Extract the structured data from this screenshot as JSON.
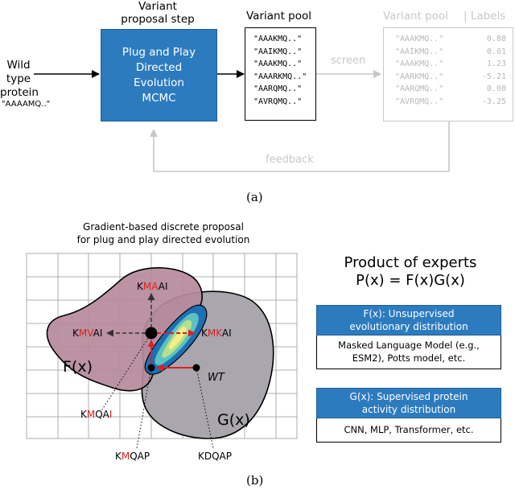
{
  "panel_a": {
    "proposal_title_line1": "Variant",
    "proposal_title_line2": "proposal step",
    "pool_title": "Variant pool",
    "labeled_pool_title": "Variant pool",
    "labels_title": "| Labels",
    "wild_type_line1": "Wild type",
    "wild_type_line2": "protein",
    "wild_type_seq": "\"AAAAMQ..\"",
    "mcmc_line1": "Plug and Play",
    "mcmc_line2": "Directed",
    "mcmc_line3": "Evolution",
    "mcmc_line4": "MCMC",
    "pool_sequences": [
      "\"AAAKMQ..\"",
      "\"AAIKMQ..\"",
      "\"AAAKMQ..\"",
      "\"AAARKMQ..\"",
      "\"AARQMQ..\"",
      "\"AVRQMQ..\""
    ],
    "labeled_sequences": [
      "\"AAAKMQ..\"",
      "\"AAIKMQ..\"",
      "\"AAAKMQ..\"",
      "\"AARKMQ..\"",
      "\"AARQMQ..\"",
      "\"AVRQMQ..\""
    ],
    "labels": [
      "0.88",
      "0.01",
      "1.23",
      "-5.21",
      "0.08",
      "-3.25"
    ],
    "screen_label": "screen",
    "feedback_label": "feedback",
    "caption": "(a)",
    "colors": {
      "mcmc_fill": "#2d7bbf",
      "grey": "#c8c8c8"
    }
  },
  "panel_b": {
    "title_line1": "Gradient-based discrete proposal",
    "title_line2": "for plug and play directed evolution",
    "fx_label": "F(x)",
    "gx_label": "G(x)",
    "wt_label": "WT",
    "seq_kmaai": [
      "K",
      "MA",
      "AI"
    ],
    "seq_kmvai": [
      "K",
      "MV",
      "AI"
    ],
    "seq_kmkai": [
      "K",
      "MK",
      "AI"
    ],
    "seq_kmqai": [
      "K",
      "M",
      "QA",
      "I"
    ],
    "seq_kmqap": [
      "K",
      "M",
      "QAP"
    ],
    "seq_kdqap": "KDQAP",
    "poe_title": "Product of experts",
    "poe_formula": "P(x) = F(x)G(x)",
    "fx_header_line1": "F(x): Unsupervised",
    "fx_header_line2": "evolutionary distribution",
    "fx_body_line1": "Masked Language Model (e.g.,",
    "fx_body_line2": "ESM2), Potts model, etc.",
    "gx_header_line1": "G(x): Supervised protein",
    "gx_header_line2": "activity distribution",
    "gx_body": "CNN, MLP, Transformer, etc.",
    "caption": "(b)",
    "colors": {
      "fx_fill": "#b58a9b",
      "gx_fill": "#a9a6ad",
      "highlight_red": "#e02020",
      "expert_header": "#2d7bbf"
    }
  }
}
